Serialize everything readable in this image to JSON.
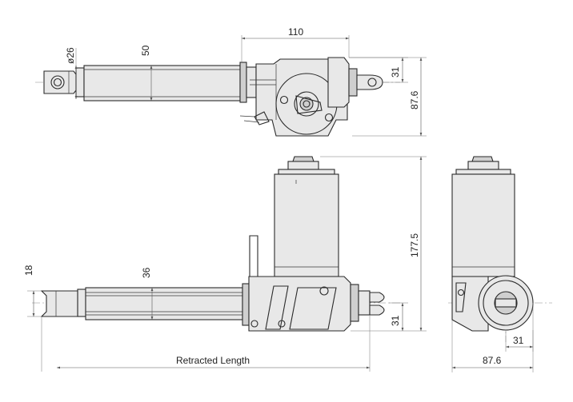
{
  "dimensions": {
    "top_diameter": "ø26",
    "top_height": "50",
    "top_length": "110",
    "top_offset": "31",
    "top_width": "87.6",
    "front_rod_diameter": "18",
    "front_tube": "36",
    "front_height": "177.5",
    "front_offset": "31",
    "retracted_length": "Retracted Length",
    "side_offset": "31",
    "side_width": "87.6"
  },
  "colors": {
    "line": "#2a2a2a",
    "body_fill": "#e8e8e8",
    "dark_fill": "#cfcfcf",
    "dimension": "#555555"
  }
}
